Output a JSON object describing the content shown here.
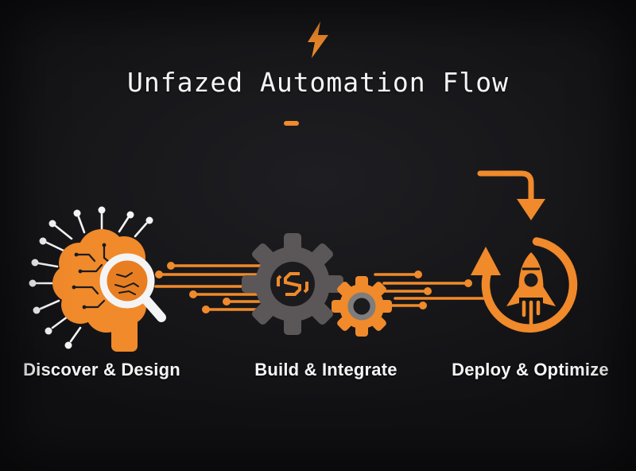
{
  "header": {
    "title": "Unfazed Automation Flow",
    "bolt_icon": "lightning-bolt-icon",
    "underline": "title-underline-dash"
  },
  "stages": [
    {
      "label": "Discover & Design",
      "icon": "brain-circuit-magnifier-icon"
    },
    {
      "label": "Build & Integrate",
      "icon": "gears-icon"
    },
    {
      "label": "Deploy & Optimize",
      "icon": "rocket-cycle-icon"
    }
  ],
  "colors": {
    "accent": "#f08a2b",
    "background": "#17171a",
    "gear_gray": "#5b5758",
    "text": "#f5f5f5"
  }
}
